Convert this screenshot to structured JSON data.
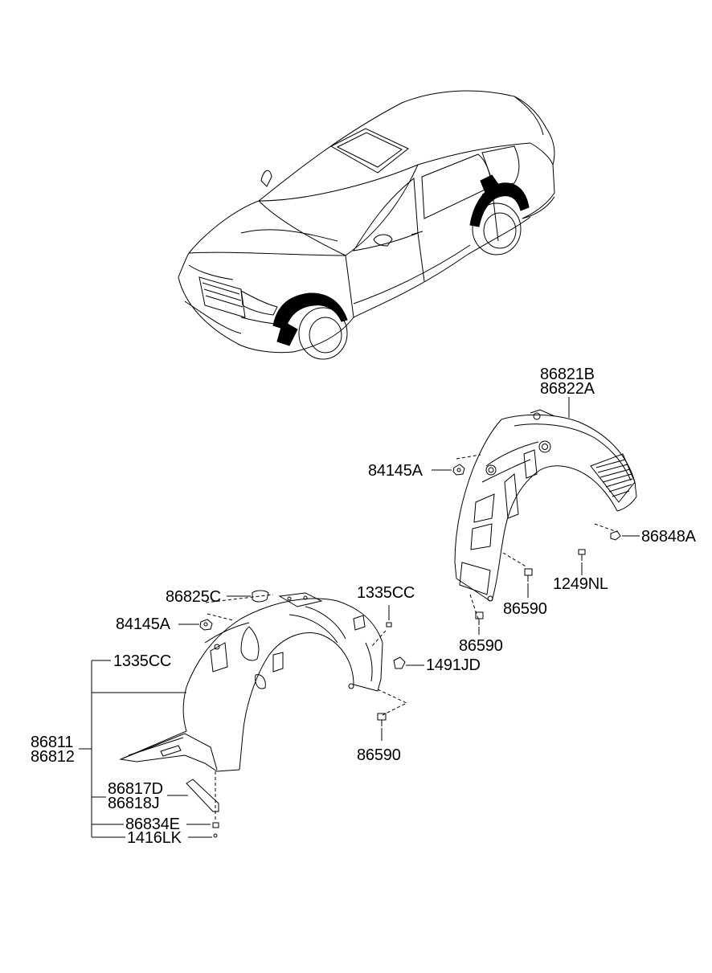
{
  "diagram": {
    "labels": {
      "l_86821B": "86821B",
      "l_86822A": "86822A",
      "l_84145A_upper": "84145A",
      "l_86848A": "86848A",
      "l_1249NL": "1249NL",
      "l_86590_a": "86590",
      "l_86590_b": "86590",
      "l_86825C": "86825C",
      "l_1335CC_top": "1335CC",
      "l_84145A_lower": "84145A",
      "l_1335CC_left": "1335CC",
      "l_1491JD": "1491JD",
      "l_86811": "86811",
      "l_86812": "86812",
      "l_86590_c": "86590",
      "l_86817D": "86817D",
      "l_86818J": "86818J",
      "l_86834E": "86834E",
      "l_1416LK": "1416LK"
    }
  }
}
